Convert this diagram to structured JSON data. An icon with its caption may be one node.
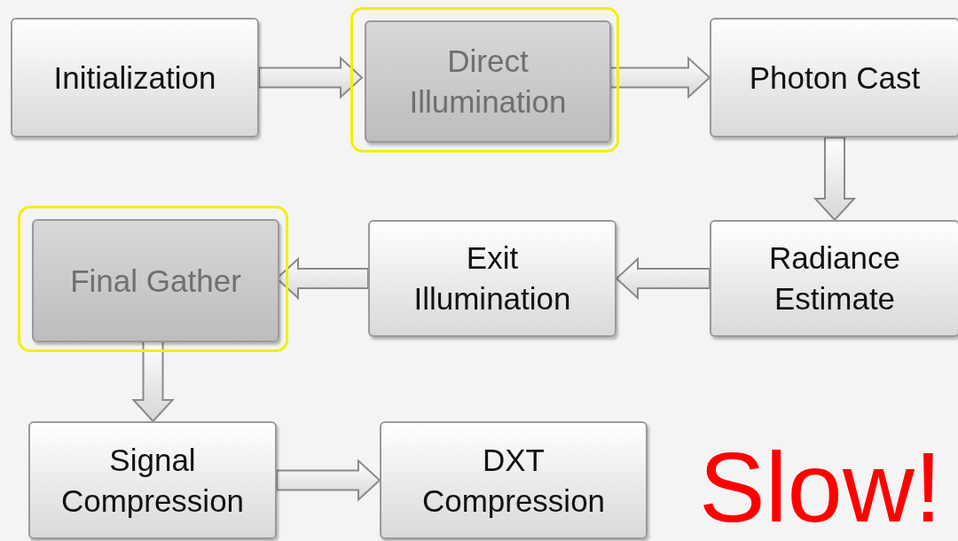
{
  "diagram": {
    "nodes": [
      {
        "text": [
          "Initialization"
        ]
      },
      {
        "text": [],
        "shape": "box"
      },
      {
        "text": [
          "Direct Illumination"
        ],
        "in": 1
      },
      {
        "text": [
          "Photon Cast"
        ]
      },
      {
        "text": [
          "Radiance Estimate"
        ]
      },
      {
        "text": [
          "Exit Illumination"
        ]
      },
      {
        "text": [],
        "shape": "box"
      },
      {
        "text": [
          "Final Gather"
        ],
        "in": 6
      },
      {
        "text": [
          "Signal Compression"
        ]
      },
      {
        "text": [
          "DXT Compression"
        ]
      }
    ],
    "edges": [
      {
        "from": 0,
        "to": 2,
        "arrow": "to"
      },
      {
        "from": 2,
        "to": 3,
        "arrow": "to"
      },
      {
        "from": 3,
        "to": 4,
        "arrow": "to"
      },
      {
        "from": 4,
        "to": 5,
        "arrow": "to"
      },
      {
        "from": 5,
        "to": 7,
        "arrow": "to"
      },
      {
        "from": 7,
        "to": 8,
        "arrow": "to"
      },
      {
        "from": 8,
        "to": 9,
        "arrow": "to"
      }
    ],
    "labels": [
      "Slow!"
    ]
  }
}
